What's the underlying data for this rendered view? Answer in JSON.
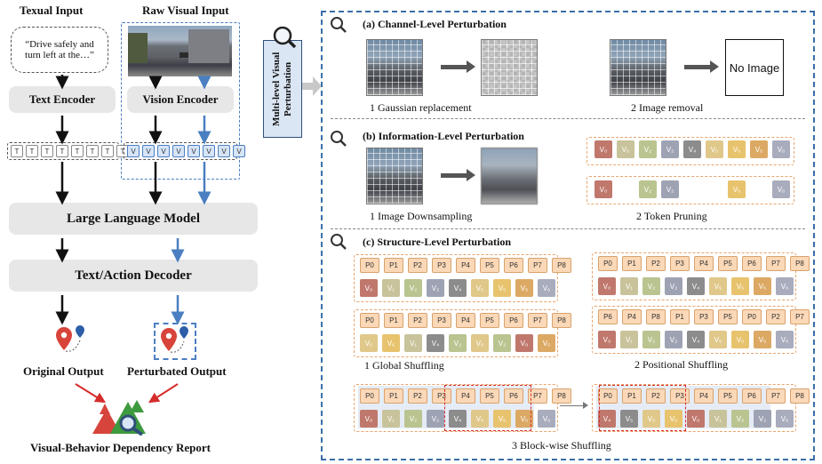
{
  "left": {
    "textual_input": "Texual Input",
    "raw_visual_input": "Raw Visual Input",
    "prompt": "“Drive safely and turn left at the…”",
    "text_encoder": "Text Encoder",
    "vision_encoder": "Vision Encoder",
    "text_token": "T",
    "vision_token": "V",
    "llm": "Large Language Model",
    "decoder": "Text/Action Decoder",
    "original_output": "Original Output",
    "perturbated_output": "Perturbated Output",
    "report": "Visual-Behavior Dependency Report"
  },
  "middle": {
    "label": "Multi-level Visual Perturbation"
  },
  "channel": {
    "title": "(a) Channel-Level Perturbation",
    "cap1": "1 Gaussian replacement",
    "cap2": "2 Image removal",
    "no_image": "No Image"
  },
  "info": {
    "title": "(b) Information-Level Perturbation",
    "cap1": "1 Image Downsampling",
    "cap2": "2 Token Pruning",
    "tokens_top": [
      "V₀",
      "V₅",
      "V₂",
      "V₂",
      "V₄",
      "V₅",
      "V₅",
      "V₅",
      "V₆"
    ],
    "tokens_bottom": [
      "V₀",
      "",
      "V₂",
      "V₂",
      "",
      "",
      "V₅",
      "",
      "V₆"
    ]
  },
  "structure": {
    "title": "(c) Structure-Level Perturbation",
    "cap1": "1 Global Shuffling",
    "cap2": "2 Positional Shuffling",
    "cap3": "3 Block-wise Shuffling",
    "p_orig": [
      "P0",
      "P1",
      "P2",
      "P3",
      "P4",
      "P5",
      "P6",
      "P7",
      "P8"
    ],
    "v_orig": [
      "V₀",
      "V₁",
      "V₂",
      "V₂",
      "V₄",
      "V₅",
      "V₅",
      "V₅",
      "V₆"
    ],
    "global_v": [
      "V₅",
      "V₆",
      "V₁",
      "V₄",
      "V₂",
      "V₅",
      "V₂",
      "V₀",
      "V₅"
    ],
    "pos_p": [
      "P6",
      "P4",
      "P8",
      "P1",
      "P3",
      "P5",
      "P0",
      "P2",
      "P7"
    ],
    "block_p": [
      "P0",
      "P1",
      "P2",
      "P3",
      "P4",
      "P5",
      "P6",
      "P7",
      "P8"
    ],
    "block_v": [
      "V₄",
      "V₅",
      "V₅",
      "V₅",
      "V₀",
      "V₁",
      "V₂",
      "V₂",
      "V₆"
    ]
  },
  "colors": {
    "v_colors": [
      "#c0786d",
      "#c8c39a",
      "#b9c490",
      "#9ea3b4",
      "#8c8c8c",
      "#e0c88a",
      "#e8c36e",
      "#dca965",
      "#a8acbd"
    ],
    "blue": "#4a7fc1",
    "red": "#d62c2c"
  }
}
